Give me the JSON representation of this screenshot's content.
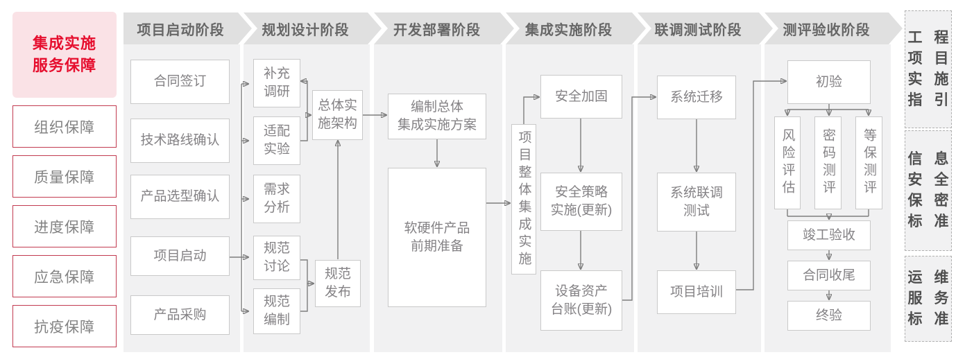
{
  "palette": {
    "accent_red": "#e60e2e",
    "pink_bg": "#fae2e6",
    "red_border": "#c23a50",
    "stage_band": "#e0e0e0",
    "column_bg": "#f1f1f2",
    "box_border": "#c9c9c9",
    "box_text": "#848285",
    "arrow": "#7d7d7d"
  },
  "sidebar": {
    "title": {
      "lines": [
        "集成实施",
        "服务保障"
      ]
    },
    "items": [
      {
        "label": "组织保障"
      },
      {
        "label": "质量保障"
      },
      {
        "label": "进度保障"
      },
      {
        "label": "应急保障"
      },
      {
        "label": "抗疫保障"
      }
    ]
  },
  "stages": [
    {
      "label": "项目启动阶段",
      "boxes": [
        {
          "lines": [
            "合同签订"
          ]
        },
        {
          "lines": [
            "技术路线确认"
          ]
        },
        {
          "lines": [
            "产品选型确认"
          ]
        },
        {
          "lines": [
            "项目启动"
          ]
        },
        {
          "lines": [
            "产品采购"
          ]
        }
      ]
    },
    {
      "label": "规划设计阶段",
      "boxes": [
        {
          "lines": [
            "补充",
            "调研"
          ]
        },
        {
          "lines": [
            "适配",
            "实验"
          ]
        },
        {
          "lines": [
            "需求",
            "分析"
          ]
        },
        {
          "lines": [
            "规范",
            "讨论"
          ]
        },
        {
          "lines": [
            "规范",
            "编制"
          ]
        },
        {
          "lines": [
            "总体实",
            "施架构"
          ]
        },
        {
          "lines": [
            "规范",
            "发布"
          ]
        }
      ]
    },
    {
      "label": "开发部署阶段",
      "boxes": [
        {
          "lines": [
            "编制总体",
            "集成实施方案"
          ]
        },
        {
          "lines": [
            "软硬件产品",
            "前期准备"
          ]
        }
      ]
    },
    {
      "label": "集成实施阶段",
      "boxes": [
        {
          "lines": [
            "项目整体集成实施"
          ]
        },
        {
          "lines": [
            "安全加固"
          ]
        },
        {
          "lines": [
            "安全策略",
            "实施(更新)"
          ]
        },
        {
          "lines": [
            "设备资产",
            "台账(更新)"
          ]
        }
      ]
    },
    {
      "label": "联调测试阶段",
      "boxes": [
        {
          "lines": [
            "系统迁移"
          ]
        },
        {
          "lines": [
            "系统联调",
            "测试"
          ]
        },
        {
          "lines": [
            "项目培训"
          ]
        }
      ]
    },
    {
      "label": "测评验收阶段",
      "boxes": [
        {
          "lines": [
            "初验"
          ]
        },
        {
          "lines": [
            "风险评估"
          ]
        },
        {
          "lines": [
            "密码测评"
          ]
        },
        {
          "lines": [
            "等保测评"
          ]
        },
        {
          "lines": [
            "竣工验收"
          ]
        },
        {
          "lines": [
            "合同收尾"
          ]
        },
        {
          "lines": [
            "终验"
          ]
        }
      ]
    }
  ],
  "standards": [
    {
      "name": "工程项目实施指引",
      "lines": [
        "工程",
        "项目",
        "实施",
        "指引"
      ]
    },
    {
      "name": "信息安全保密标准",
      "lines": [
        "信息",
        "安全",
        "保密",
        "标准"
      ]
    },
    {
      "name": "运维服务标准",
      "lines": [
        "运维",
        "服务",
        "标准"
      ]
    }
  ]
}
